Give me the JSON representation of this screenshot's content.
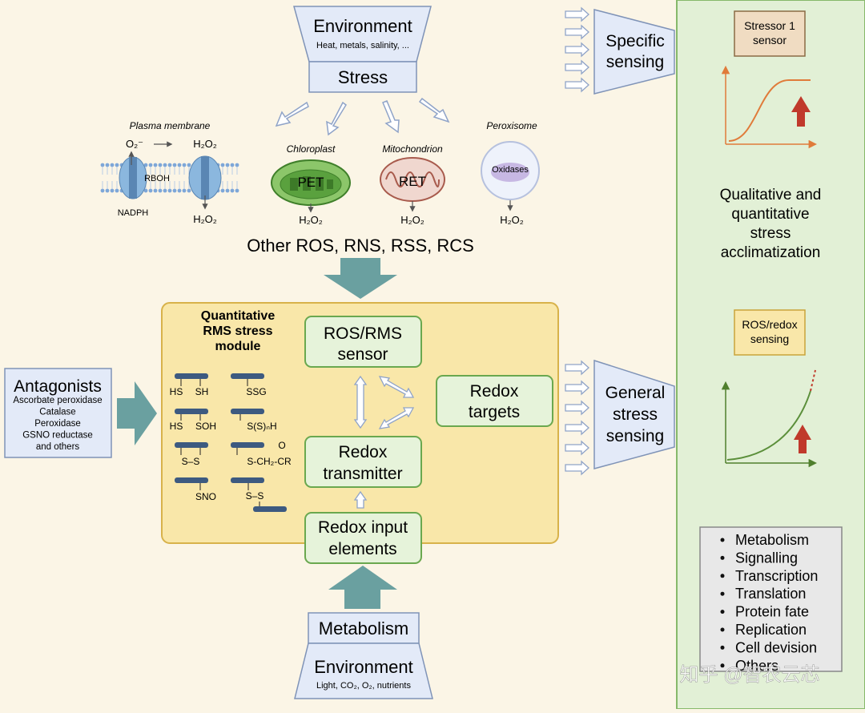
{
  "environment_top": {
    "title": "Environment",
    "subtitle": "Heat, metals, salinity, ...",
    "stress": "Stress"
  },
  "specific_sensing": {
    "line1": "Specific",
    "line2": "sensing"
  },
  "stressor_sensor": {
    "line1": "Stressor 1",
    "line2": "sensor"
  },
  "acclimatization": {
    "line1": "Qualitative and",
    "line2": "quantitative",
    "line3": "stress",
    "line4": "acclimatization"
  },
  "ros_redox_sensing": {
    "line1": "ROS/redox",
    "line2": "sensing"
  },
  "organelles": {
    "plasma_membrane": "Plasma membrane",
    "o2_minus": "O₂⁻",
    "h2o2": "H₂O₂",
    "rboh": "RBOH",
    "nadph": "NADPH",
    "chloroplast": "Chloroplast",
    "pet": "PET",
    "mitochondrion": "Mitochondrion",
    "ret": "RET",
    "peroxisome": "Peroxisome",
    "oxidases": "Oxidases"
  },
  "other_species": "Other ROS, RNS, RSS, RCS",
  "module": {
    "title_line1": "Quantitative",
    "title_line2": "RMS stress",
    "title_line3": "module",
    "ros_sensor_line1": "ROS/RMS",
    "ros_sensor_line2": "sensor",
    "redox_targets_line1": "Redox",
    "redox_targets_line2": "targets",
    "transmitter_line1": "Redox",
    "transmitter_line2": "transmitter",
    "input_line1": "Redox input",
    "input_line2": "elements"
  },
  "modifications": {
    "hs": "HS",
    "sh": "SH",
    "ssg": "SSG",
    "soh": "SOH",
    "sssh": "S(S)ₙH",
    "ss": "S–S",
    "sch2cr": "S-CH₂-CR",
    "o": "O",
    "sno": "SNO"
  },
  "antagonists": {
    "title": "Antagonists",
    "items": [
      "Ascorbate peroxidase",
      "Catalase",
      "Peroxidase",
      "GSNO reductase",
      "and others"
    ]
  },
  "general_sensing": {
    "line1": "General",
    "line2": "stress",
    "line3": "sensing"
  },
  "processes": [
    "Metabolism",
    "Signalling",
    "Transcription",
    "Translation",
    "Protein fate",
    "Replication",
    "Cell devision",
    "Others"
  ],
  "metabolism_label": "Metabolism",
  "environment_bottom": {
    "title": "Environment",
    "subtitle": "Light, CO₂, O₂, nutrients"
  },
  "watermark": "知乎 @智农云芯",
  "colors": {
    "background": "#fbf5e6",
    "right_panel": "#e2f0d6",
    "module_fill": "#f9e7a9",
    "module_border": "#d8b24a",
    "box_green": "#e6f3da",
    "box_green_border": "#6aa84f",
    "arrow_teal": "#6aa0a0",
    "funnel_blue": "#e3eaf8",
    "accent_red": "#c0392b"
  }
}
